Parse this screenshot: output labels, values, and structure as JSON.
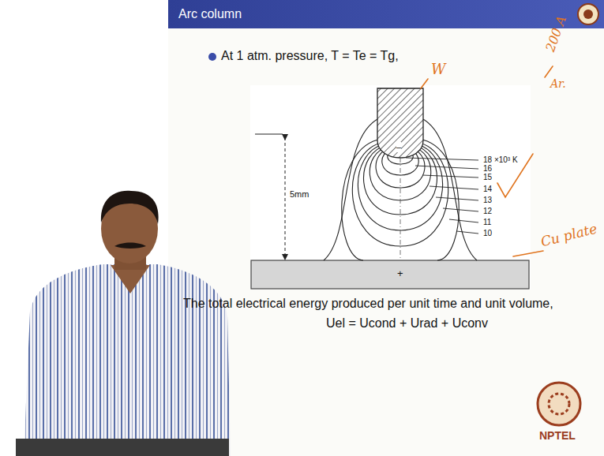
{
  "diagram": {
    "title": "Arc column",
    "labels": [
      "At 1 atm. pressure, T = Te = Tg,",
      "W",
      "200 A",
      "Ar.",
      "18 ×10³ K",
      "16",
      "15",
      "14",
      "13",
      "12",
      "11",
      "10",
      "–",
      "5mm",
      "+",
      "Cu plate",
      "The total electrical energy produced per unit time and unit volume,",
      "Uel = Ucond + Urad + Uconv",
      "NPTEL"
    ]
  }
}
